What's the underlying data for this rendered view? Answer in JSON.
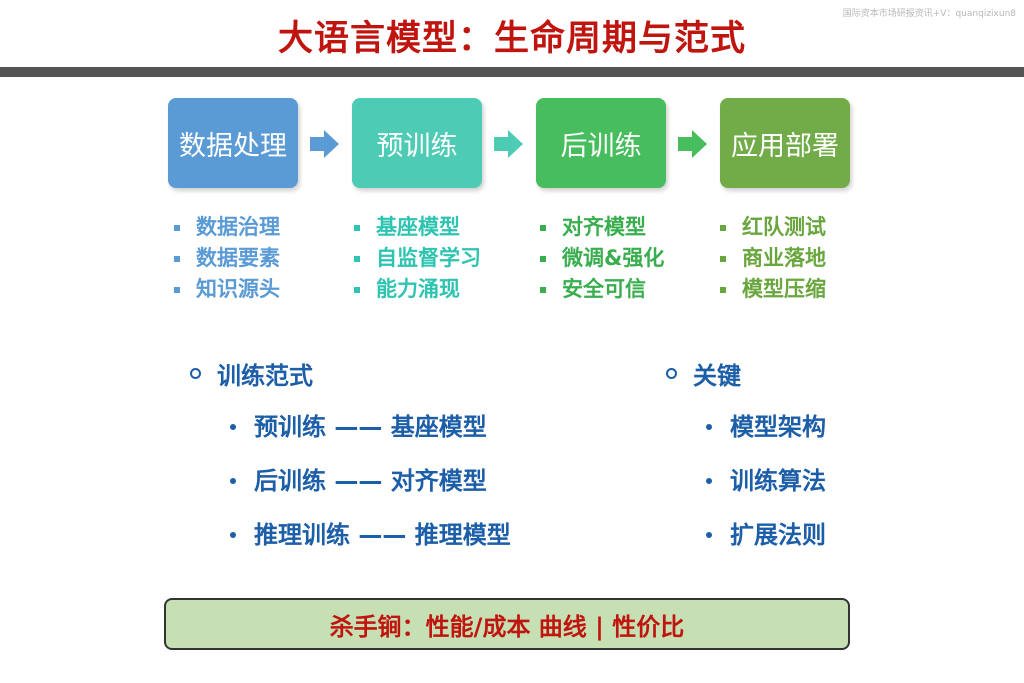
{
  "watermark": "国际资本市场研报资讯+V：quanqizixun8",
  "title": "大语言模型：生命周期与范式",
  "stages": [
    {
      "label": "数据处理",
      "color": "#5b9bd5",
      "bullet_color": "#5b9bd5",
      "items": [
        "数据治理",
        "数据要素",
        "知识源头"
      ]
    },
    {
      "label": "预训练",
      "color": "#4ecbb5",
      "bullet_color": "#2fc4b2",
      "items": [
        "基座模型",
        "自监督学习",
        "能力涌现"
      ]
    },
    {
      "label": "后训练",
      "color": "#47bd5e",
      "bullet_color": "#3aae4f",
      "items": [
        "对齐模型",
        "微调&强化",
        "安全可信"
      ]
    },
    {
      "label": "应用部署",
      "color": "#72ac48",
      "bullet_color": "#6aa63e",
      "items": [
        "红队测试",
        "商业落地",
        "模型压缩"
      ]
    }
  ],
  "arrow_colors": [
    "#5b9bd5",
    "#4ecbb5",
    "#47bd5e"
  ],
  "paradigm": {
    "heading": "训练范式",
    "items": [
      "预训练 —— 基座模型",
      "后训练 —— 对齐模型",
      "推理训练 —— 推理模型"
    ]
  },
  "keys": {
    "heading": "关键",
    "items": [
      "模型架构",
      "训练算法",
      "扩展法则"
    ]
  },
  "footer": "杀手锏：性能/成本 曲线 | 性价比"
}
